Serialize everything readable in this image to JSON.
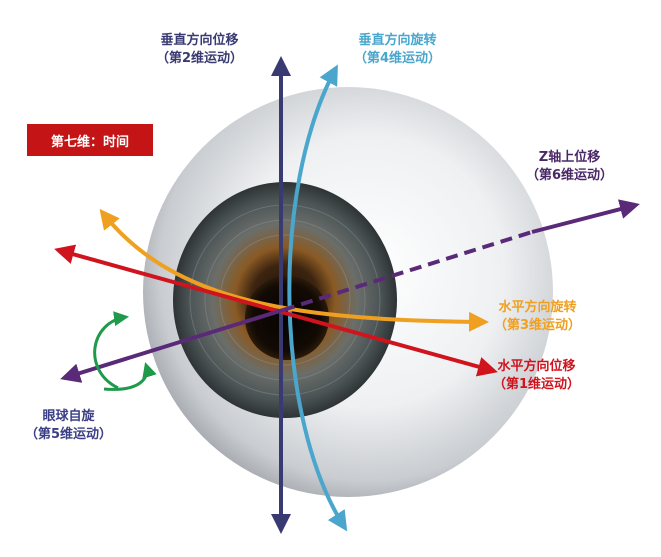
{
  "badge": {
    "text": "第七维：时间"
  },
  "labels": {
    "vertical_move": {
      "line1": "垂直方向位移",
      "line2": "（第2维运动）"
    },
    "vertical_rotate": {
      "line1": "垂直方向旋转",
      "line2": "（第4维运动）"
    },
    "z_move": {
      "line1": "Z轴上位移",
      "line2": "（第6维运动）"
    },
    "horizontal_rotate": {
      "line1": "水平方向旋转",
      "line2": "（第3维运动）"
    },
    "horizontal_move": {
      "line1": "水平方向位移",
      "line2": "（第1维运动）"
    },
    "self_rotate": {
      "line1": "眼球自旋",
      "line2": "（第5维运动）"
    }
  },
  "colors": {
    "navy": "#3a3a72",
    "blue": "#4aa6cc",
    "purple": "#5a2a78",
    "orange": "#f0a020",
    "red": "#d0141e",
    "green": "#1f9a4a",
    "badge": "#c41416"
  }
}
